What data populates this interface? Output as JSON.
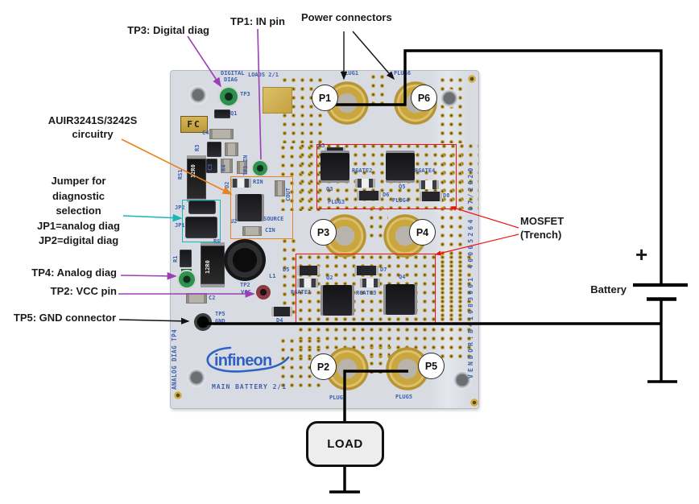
{
  "annotations": {
    "tp3_label": "TP3: Digital diag",
    "tp1_label": "TP1: IN pin",
    "power_label": "Power connectors",
    "auir_line1": "AUIR3241S/3242S",
    "auir_line2": "circuitry",
    "jumper_line1": "Jumper for",
    "jumper_line2": "diagnostic",
    "jumper_line3": "selection",
    "jumper_line4": "JP1=analog diag",
    "jumper_line5": "JP2=digital diag",
    "tp4_label": "TP4: Analog diag",
    "tp2_label": "TP2: VCC pin",
    "tp5_label": "TP5: GND connector",
    "mosfet_line1": "MOSFET",
    "mosfet_line2": "(Trench)",
    "battery_label": "Battery",
    "battery_plus": "+",
    "load_label": "LOAD"
  },
  "board": {
    "fc_label": "FC",
    "logo_text": "infineon",
    "plug_labels": [
      "P1",
      "P6",
      "P3",
      "P4",
      "P2",
      "P5"
    ],
    "silkscreen": [
      "DIGITAL",
      "DIAG",
      "LOADS 2/1",
      "TP3",
      "PLUG1",
      "PLUG6",
      "Q1",
      "C4",
      "R3",
      "C3",
      "R4",
      "D2",
      "TP1 IN",
      "D3",
      "RIN",
      "COUT",
      "U2",
      "SOURCE",
      "CIN",
      "RS1",
      "12R0",
      "JP2",
      "JP1",
      "RS",
      "12R0",
      "R1",
      "C2",
      "TP2",
      "VCC",
      "L1",
      "TP5",
      "GND",
      "D4",
      "D5",
      "D7",
      "Q2",
      "Q4",
      "RGATE1",
      "RGATE3",
      "Q3",
      "Q5",
      "RGATE2",
      "RGATE4",
      "D6",
      "D8",
      "PLUG3",
      "PLUG4",
      "PLUG2",
      "PLUG5",
      "MAIN BATTERY 2/1",
      "ANALOG DIAG TP4",
      "VENDOR:B41083001 40005264 07/2020"
    ]
  },
  "colors": {
    "annotation_purple": "#9b3fb5",
    "annotation_cyan": "#14b8b8",
    "annotation_orange": "#e8821e",
    "annotation_red": "#f01010",
    "silkscreen_blue": "#3c5fae",
    "board_gray": "#d8dbe2",
    "pad_gold": "#c9a642",
    "logo_blue": "#2f62c4",
    "wire_black": "#000000"
  }
}
